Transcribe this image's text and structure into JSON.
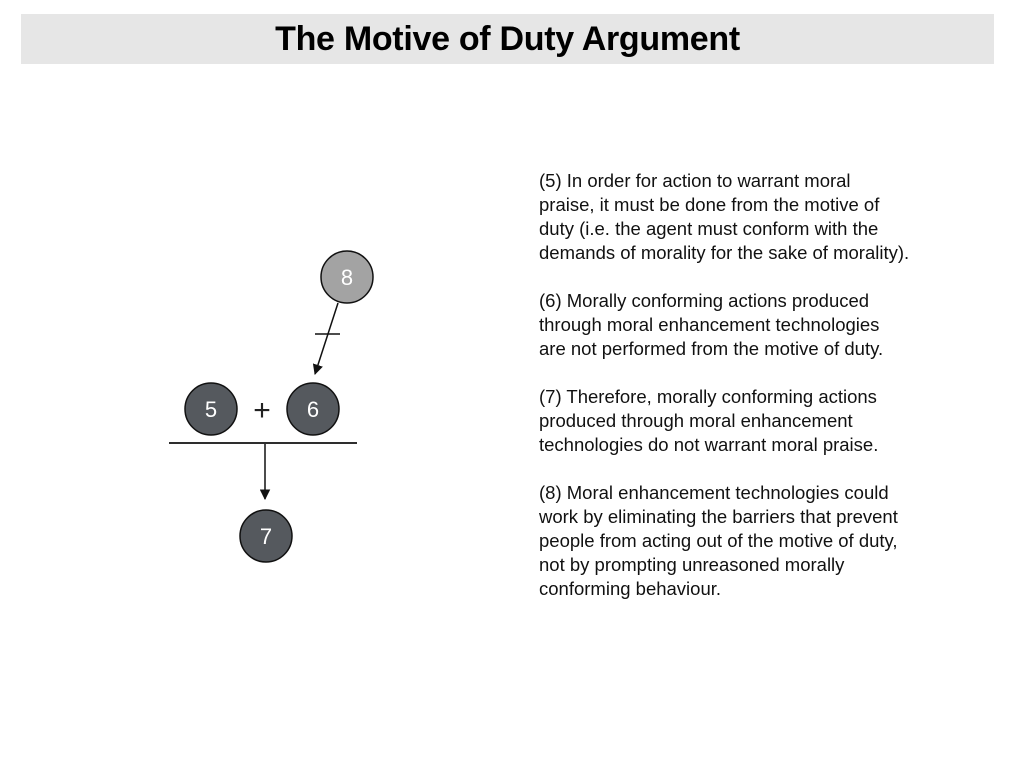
{
  "slide": {
    "title": "The Motive of Duty Argument"
  },
  "diagram": {
    "nodes": [
      {
        "id": "n5",
        "label": "5",
        "color": "#55595e"
      },
      {
        "id": "n6",
        "label": "6",
        "color": "#55595e"
      },
      {
        "id": "n7",
        "label": "7",
        "color": "#55595e"
      },
      {
        "id": "n8",
        "label": "8",
        "color": "#a3a3a3"
      }
    ],
    "plus": "+",
    "relations": {
      "premises_to_conclusion": [
        "5",
        "6",
        "7"
      ],
      "objection": {
        "from": "8",
        "to": "6",
        "negated": true
      }
    }
  },
  "premises": [
    {
      "number": "5",
      "text": "(5) In order for action to warrant moral\npraise, it must be done from the motive of\nduty (i.e. the agent must conform with the\ndemands of morality for the sake of morality)."
    },
    {
      "number": "6",
      "text": "(6) Morally conforming actions produced\nthrough moral enhancement technologies\nare not performed from the motive of duty."
    },
    {
      "number": "7",
      "text": "(7) Therefore, morally conforming actions\nproduced through moral enhancement\ntechnologies do not warrant moral praise."
    },
    {
      "number": "8",
      "text": "(8) Moral enhancement technologies could\nwork by eliminating the barriers that prevent\npeople from acting out of the motive of duty,\nnot by prompting unreasoned morally\nconforming behaviour."
    }
  ]
}
